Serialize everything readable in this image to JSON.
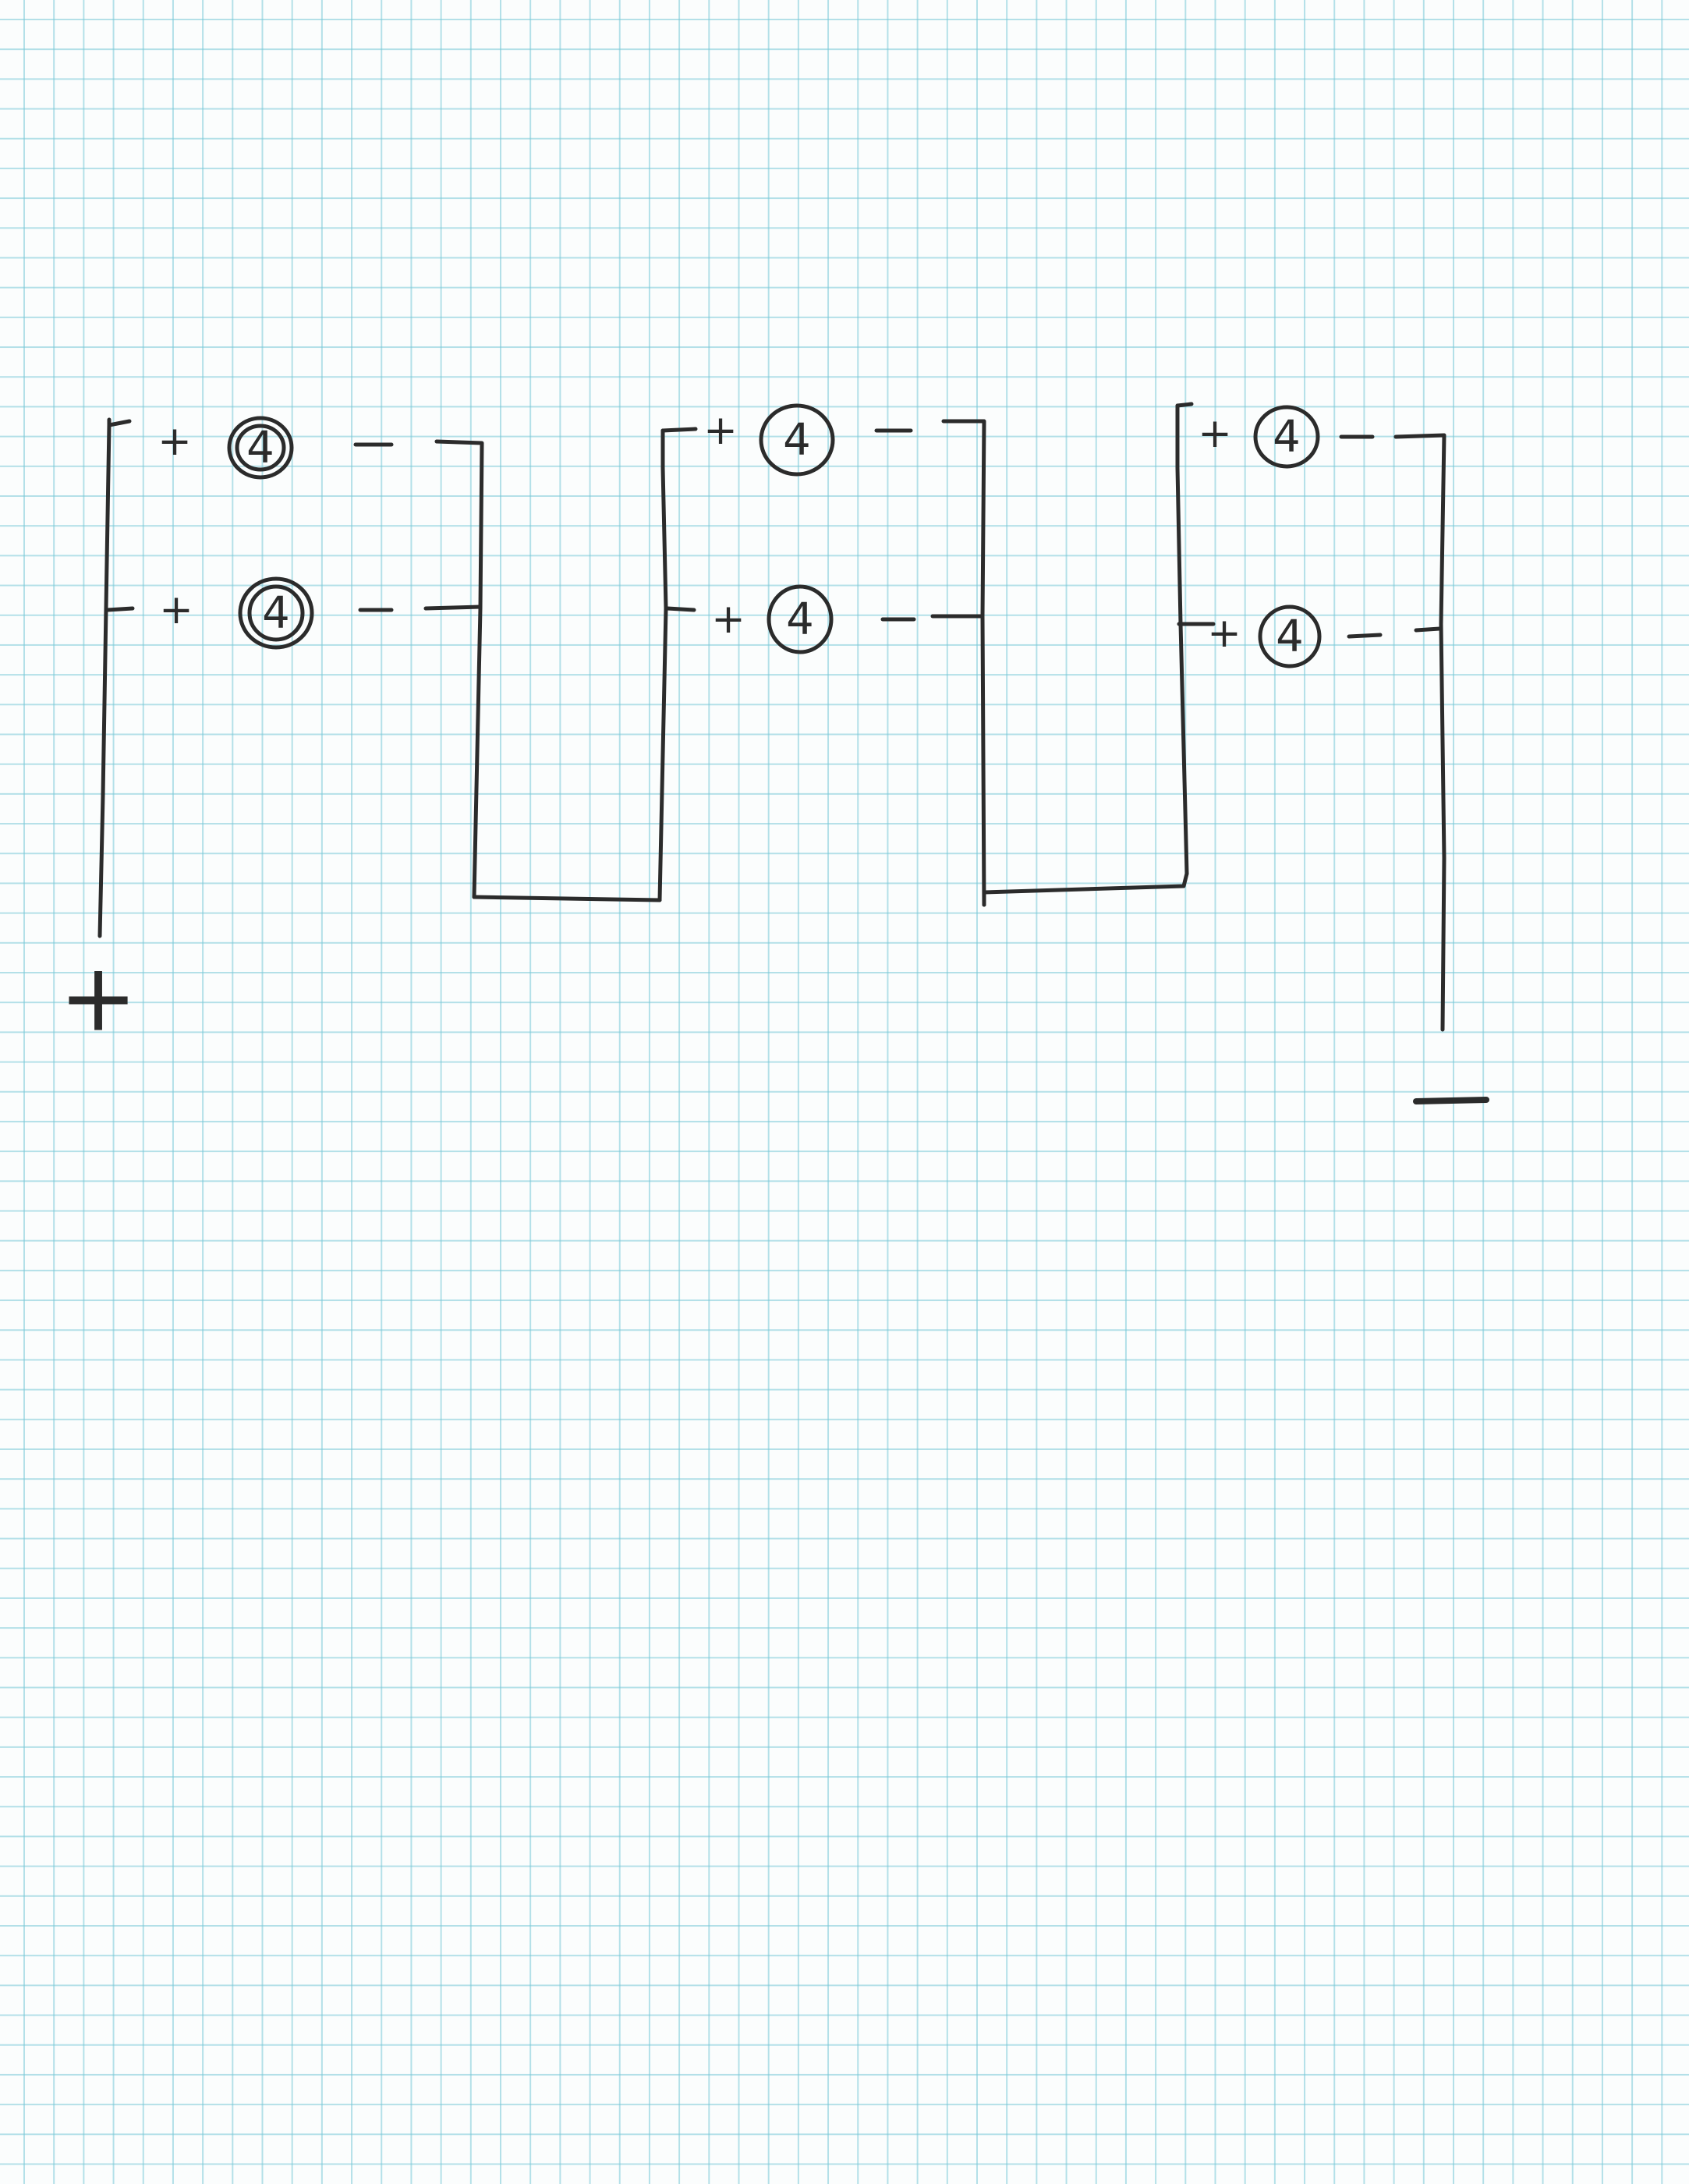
{
  "diagram": {
    "positive_terminal": "+",
    "negative_terminal": "−",
    "cell_plus": "+",
    "cell_minus": "−",
    "cells": [
      {
        "label": "4"
      },
      {
        "label": "4"
      },
      {
        "label": "4"
      },
      {
        "label": "4"
      },
      {
        "label": "4"
      },
      {
        "label": "4"
      }
    ]
  },
  "colors": {
    "ink": "#2b2b2b",
    "grid": "#78c8d7",
    "paper": "#fbfdfd"
  }
}
